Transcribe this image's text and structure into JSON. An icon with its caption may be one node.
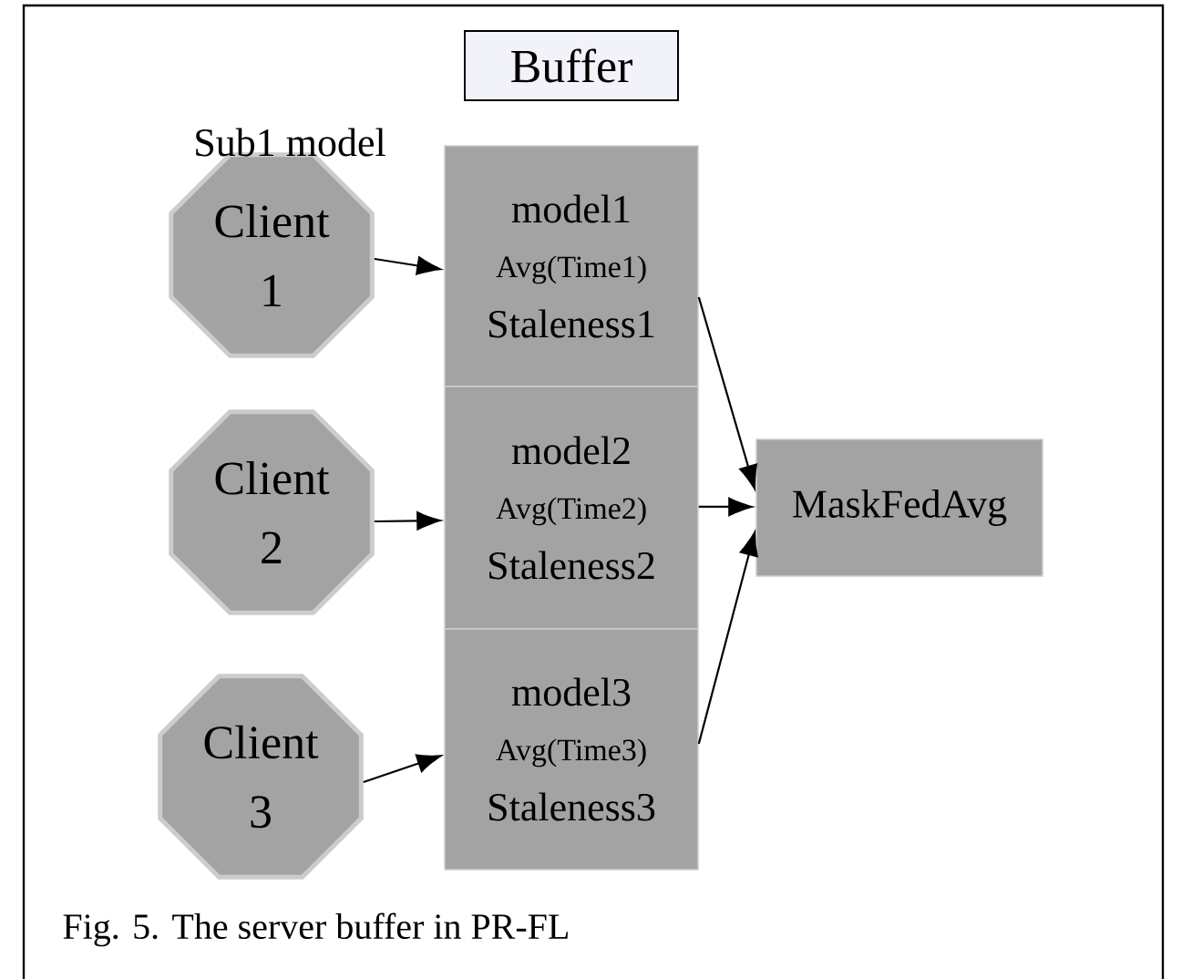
{
  "diagram": {
    "caption": "Fig. 5. The server buffer in PR-FL",
    "nodes": [
      {
        "text": [
          "Buffer"
        ]
      },
      {
        "text": [
          "Client 1"
        ]
      },
      {
        "text": [
          "Client 2"
        ]
      },
      {
        "text": [
          "Client 3"
        ]
      },
      {
        "text": [
          "model1",
          "Avg(Time1)",
          "Staleness1"
        ]
      },
      {
        "text": [
          "model2",
          "Avg(Time2)",
          "Staleness2"
        ]
      },
      {
        "text": [
          "model3",
          "Avg(Time3)",
          "Staleness3"
        ]
      },
      {
        "text": [
          "MaskFedAvg"
        ]
      }
    ],
    "edges": [
      {
        "from": 1,
        "to": 4,
        "arrow": "to"
      },
      {
        "from": 2,
        "to": 5,
        "arrow": "to"
      },
      {
        "from": 3,
        "to": 6,
        "arrow": "to"
      },
      {
        "from": 4,
        "to": 7,
        "arrow": "to"
      },
      {
        "from": 5,
        "to": 7,
        "arrow": "to"
      },
      {
        "from": 6,
        "to": 7,
        "arrow": "to"
      }
    ],
    "labels": [
      "Sub1 model"
    ]
  }
}
